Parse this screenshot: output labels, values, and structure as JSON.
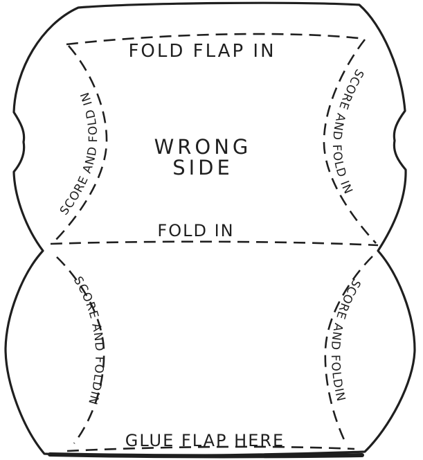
{
  "colors": {
    "ink": "#1f1f1f",
    "paper": "#ffffff"
  },
  "labels": {
    "top_flap_fold": "FOLD FLAP IN",
    "upper_left_score": "SCORE AND FOLD IN",
    "upper_right_score": "SCORE AND FOLD IN",
    "center_line1": "WRONG",
    "center_line2": "SIDE",
    "middle_fold": "FOLD IN",
    "lower_left_score": "SCORE AND FOLDIN",
    "lower_right_score": "SCORE AND FOLDIN",
    "bottom_glue": "GLUE FLAP HERE"
  }
}
